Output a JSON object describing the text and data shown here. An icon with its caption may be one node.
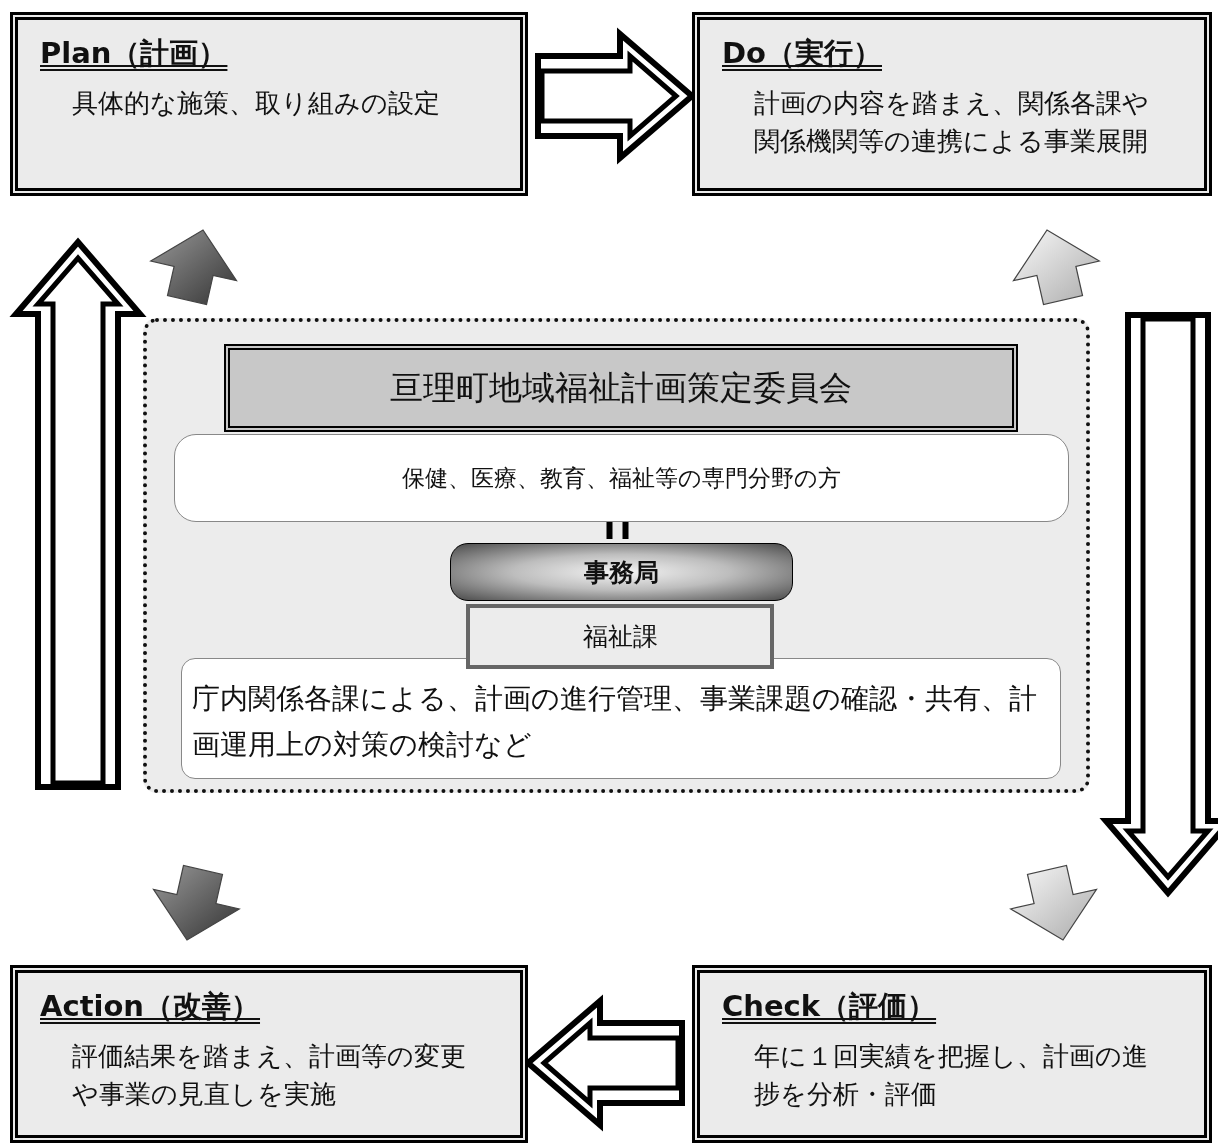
{
  "diagram": {
    "nodes": [
      {
        "text": [
          "Plan（計画）",
          "具体的な施策、取り組みの設定"
        ]
      },
      {
        "text": [
          "Do（実行）",
          "計画の内容を踏まえ、関係各課や関係機関等の連携による事業展開"
        ]
      },
      {
        "text": [
          "Check（評価）",
          "年に１回実績を把握し、計画の進捗を分析・評価"
        ]
      },
      {
        "text": [
          "Action（改善）",
          "評価結果を踏まえ、計画等の変更や事業の見直しを実施"
        ]
      },
      {
        "text": [],
        "shape": "box"
      },
      {
        "text": [
          "亘理町地域福祉計画策定委員会"
        ],
        "in": 4
      },
      {
        "text": [
          "保健、医療、教育、福祉等の専門分野の方"
        ],
        "in": 4
      },
      {
        "text": [
          "事務局"
        ],
        "in": 4
      },
      {
        "text": [
          "福祉課"
        ],
        "in": 4
      },
      {
        "text": [
          "庁内関係各課による、計画の進行管理、事業課題の確認・共有、計画運用上の対策の検討など"
        ],
        "in": 4
      }
    ],
    "edges": [
      {
        "from": 0,
        "to": 1,
        "arrow": "to",
        "style": "thick"
      },
      {
        "from": 1,
        "to": 2,
        "arrow": "to",
        "style": "thick"
      },
      {
        "from": 2,
        "to": 3,
        "arrow": "to",
        "style": "thick"
      },
      {
        "from": 3,
        "to": 0,
        "arrow": "to",
        "style": "thick"
      },
      {
        "from": 4,
        "to": 0,
        "arrow": "to"
      },
      {
        "from": 4,
        "to": 1,
        "arrow": "to"
      },
      {
        "from": 4,
        "to": 2,
        "arrow": "to"
      },
      {
        "from": 4,
        "to": 3,
        "arrow": "to"
      },
      {
        "from": 6,
        "to": 7,
        "arrow": "none"
      }
    ]
  }
}
